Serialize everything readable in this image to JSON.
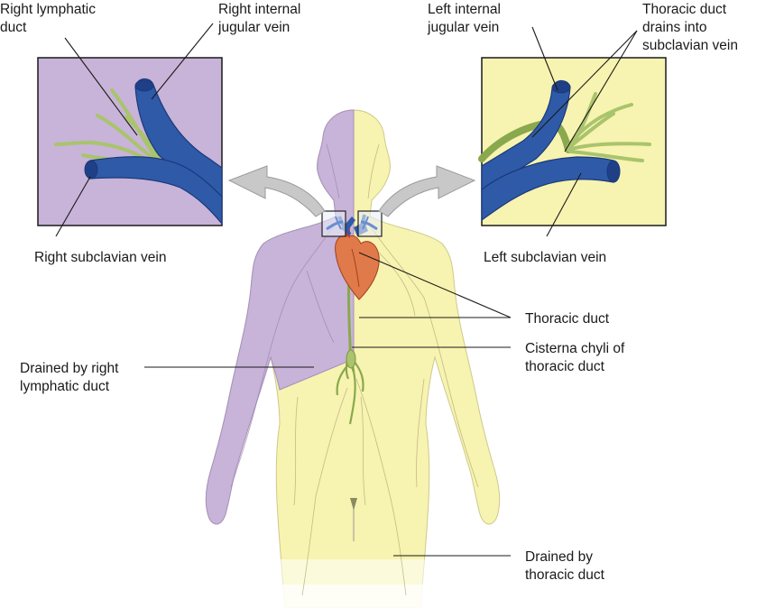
{
  "labels": {
    "right_lymphatic_duct": [
      "Right lymphatic",
      "duct"
    ],
    "right_internal_jugular": [
      "Right internal",
      "jugular vein"
    ],
    "left_internal_jugular": [
      "Left internal",
      "jugular vein"
    ],
    "thoracic_duct_drains": [
      "Thoracic duct",
      "drains into",
      "subclavian vein"
    ],
    "right_subclavian": "Right subclavian vein",
    "left_subclavian": "Left subclavian vein",
    "thoracic_duct": "Thoracic duct",
    "cisterna_chyli": [
      "Cisterna chyli of",
      "thoracic duct"
    ],
    "drained_by_right": [
      "Drained by right",
      "lymphatic duct"
    ],
    "drained_by_thoracic": [
      "Drained by",
      "thoracic duct"
    ]
  },
  "colors": {
    "right_region": "#c8b3d9",
    "left_region": "#f7f3b0",
    "vein": "#2f5aa8",
    "lymph_vessel": "#a9c46c",
    "arrow": "#c8c8c8",
    "line": "#1a1a1a"
  }
}
